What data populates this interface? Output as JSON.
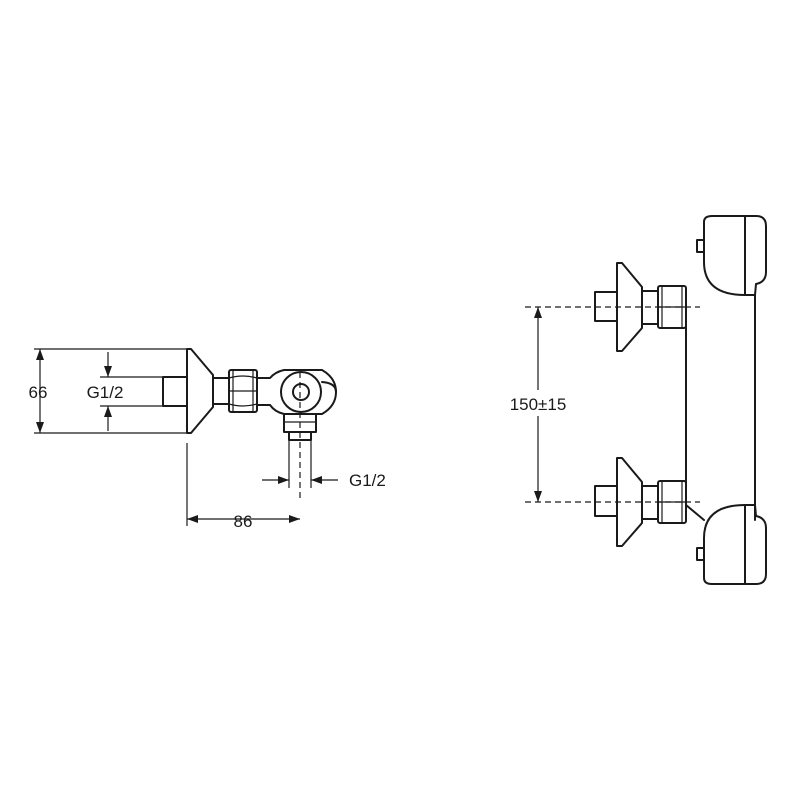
{
  "dimensions": {
    "side_height": "66",
    "side_inlet_thread": "G1/2",
    "side_outlet_thread": "G1/2",
    "side_depth": "86",
    "front_inlet_spacing": "150±15"
  }
}
